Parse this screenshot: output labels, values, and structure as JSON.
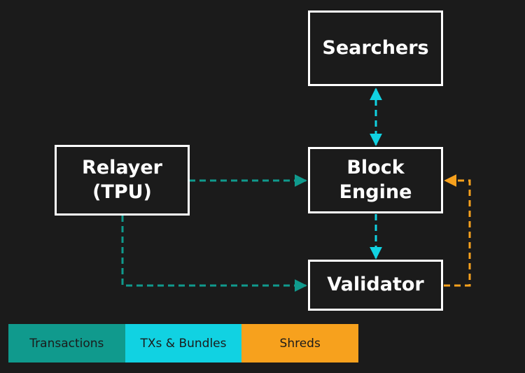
{
  "nodes": {
    "searchers": "Searchers",
    "block_engine": "Block\nEngine",
    "relayer": "Relayer\n(TPU)",
    "validator": "Validator"
  },
  "legend": [
    {
      "label": "Transactions",
      "color": "#109a8d"
    },
    {
      "label": "TXs & Bundles",
      "color": "#11d2e2"
    },
    {
      "label": "Shreds",
      "color": "#f7a11d"
    }
  ],
  "colors": {
    "background": "#1b1b1b",
    "box_border": "#ffffff",
    "transactions": "#109a8d",
    "bundles": "#11d2e2",
    "shreds": "#f7a11d"
  }
}
